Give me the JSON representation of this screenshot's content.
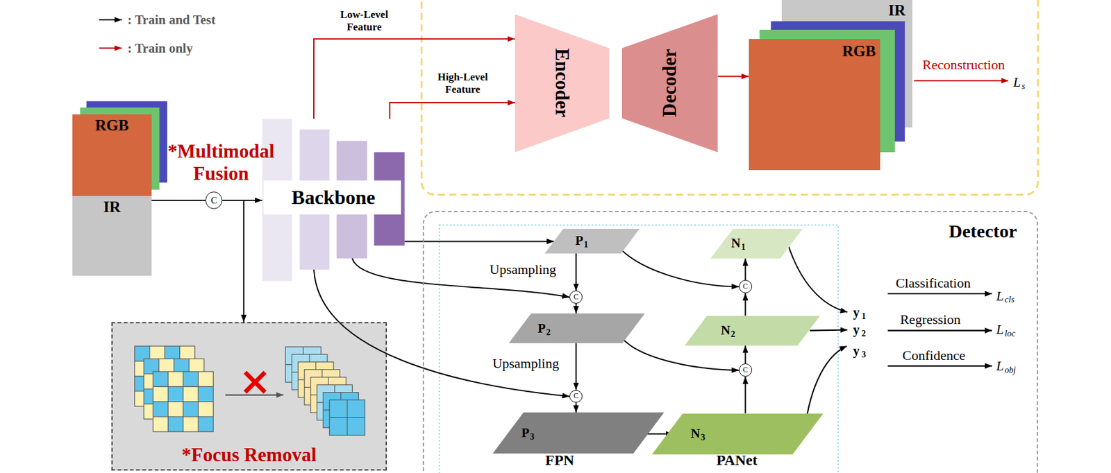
{
  "diagram": {
    "nodes": [
      {
        "text": [
          "RGB"
        ]
      },
      {
        "text": [
          "IR"
        ]
      },
      {
        "text": [
          "C"
        ]
      },
      {
        "text": [
          "Backbone"
        ]
      },
      {
        "text": [
          "*Focus Removal"
        ]
      },
      {
        "text": [
          "Encoder"
        ]
      },
      {
        "text": [
          "Decoder"
        ]
      },
      {
        "text": [
          "IR"
        ]
      },
      {
        "text": [
          "RGB"
        ]
      },
      {
        "text": [
          "Detector"
        ]
      },
      {
        "text": [
          "P",
          "1"
        ],
        "in": 9
      },
      {
        "text": [
          "C"
        ],
        "in": 9
      },
      {
        "text": [
          "P",
          "2"
        ],
        "in": 9
      },
      {
        "text": [
          "C"
        ],
        "in": 9
      },
      {
        "text": [
          "P",
          "3"
        ],
        "in": 9
      },
      {
        "text": [
          "N",
          "1"
        ],
        "in": 9
      },
      {
        "text": [
          "C"
        ],
        "in": 9
      },
      {
        "text": [
          "N",
          "2"
        ],
        "in": 9
      },
      {
        "text": [
          "C"
        ],
        "in": 9
      },
      {
        "text": [
          "N",
          "3"
        ],
        "in": 9
      }
    ],
    "edges": [
      {
        "from": 1,
        "to": 2,
        "arrow": "none"
      },
      {
        "from": 2,
        "to": 3,
        "arrow": "to"
      },
      {
        "from": 2,
        "to": 4,
        "arrow": "to"
      },
      {
        "from": 3,
        "to": 5,
        "label": "Low-Level Feature",
        "arrow": "to"
      },
      {
        "from": 3,
        "to": 5,
        "label": "High-Level Feature",
        "arrow": "to"
      },
      {
        "from": 6,
        "to": 8,
        "arrow": "to"
      },
      {
        "from": 3,
        "to": 10,
        "arrow": "to"
      },
      {
        "from": 3,
        "to": 11,
        "arrow": "to"
      },
      {
        "from": 3,
        "to": 13,
        "arrow": "to"
      },
      {
        "from": 10,
        "to": 11,
        "label": "Upsampling",
        "arrow": "to"
      },
      {
        "from": 11,
        "to": 12,
        "arrow": "to"
      },
      {
        "from": 12,
        "to": 13,
        "label": "Upsampling",
        "arrow": "to"
      },
      {
        "from": 13,
        "to": 14,
        "arrow": "to"
      },
      {
        "from": 14,
        "to": 19,
        "arrow": "to"
      },
      {
        "from": 19,
        "to": 18,
        "arrow": "to"
      },
      {
        "from": 18,
        "to": 17,
        "arrow": "to"
      },
      {
        "from": 17,
        "to": 16,
        "arrow": "to"
      },
      {
        "from": 16,
        "to": 15,
        "arrow": "to"
      },
      {
        "from": 10,
        "to": 16,
        "arrow": "to"
      },
      {
        "from": 12,
        "to": 18,
        "arrow": "to"
      }
    ],
    "labels": [
      "*Multimodal Fusion",
      "Reconstruction",
      "L",
      "s",
      "y",
      "1",
      "y",
      "2",
      "y",
      "3",
      "Classification",
      "L",
      "cls",
      "Regression",
      "L",
      "loc",
      "Confidence",
      "L",
      "obj",
      "FPN",
      "PANet"
    ],
    "legend": [
      {
        "text": ": Train and Test"
      },
      {
        "text": ": Train only"
      }
    ]
  }
}
